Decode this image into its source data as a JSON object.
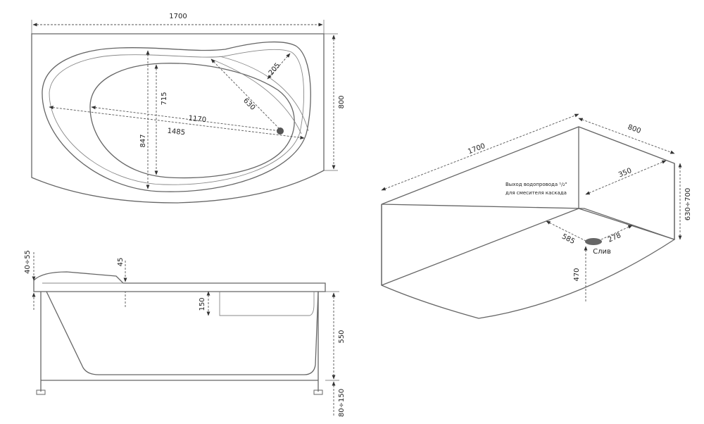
{
  "top_view": {
    "width": "1700",
    "depth": "800",
    "inner_depth": "715",
    "radius": "205",
    "diag": "630",
    "inner_length": "1170",
    "outer_length": "1485",
    "outer_depth": "847"
  },
  "side_view": {
    "rim": "40÷55",
    "ledge": "45",
    "panel": "150",
    "height": "550",
    "legs": "80÷150"
  },
  "iso_view": {
    "length": "1700",
    "depth": "800",
    "water_outlet": "350",
    "height_range": "630÷700",
    "drain_x": "585",
    "drain_y": "278",
    "drain_z": "470",
    "drain_label": "Слив",
    "note_line1": "Выход водопровода ¹/₂\"",
    "note_line2": "для смесителя каскада"
  }
}
